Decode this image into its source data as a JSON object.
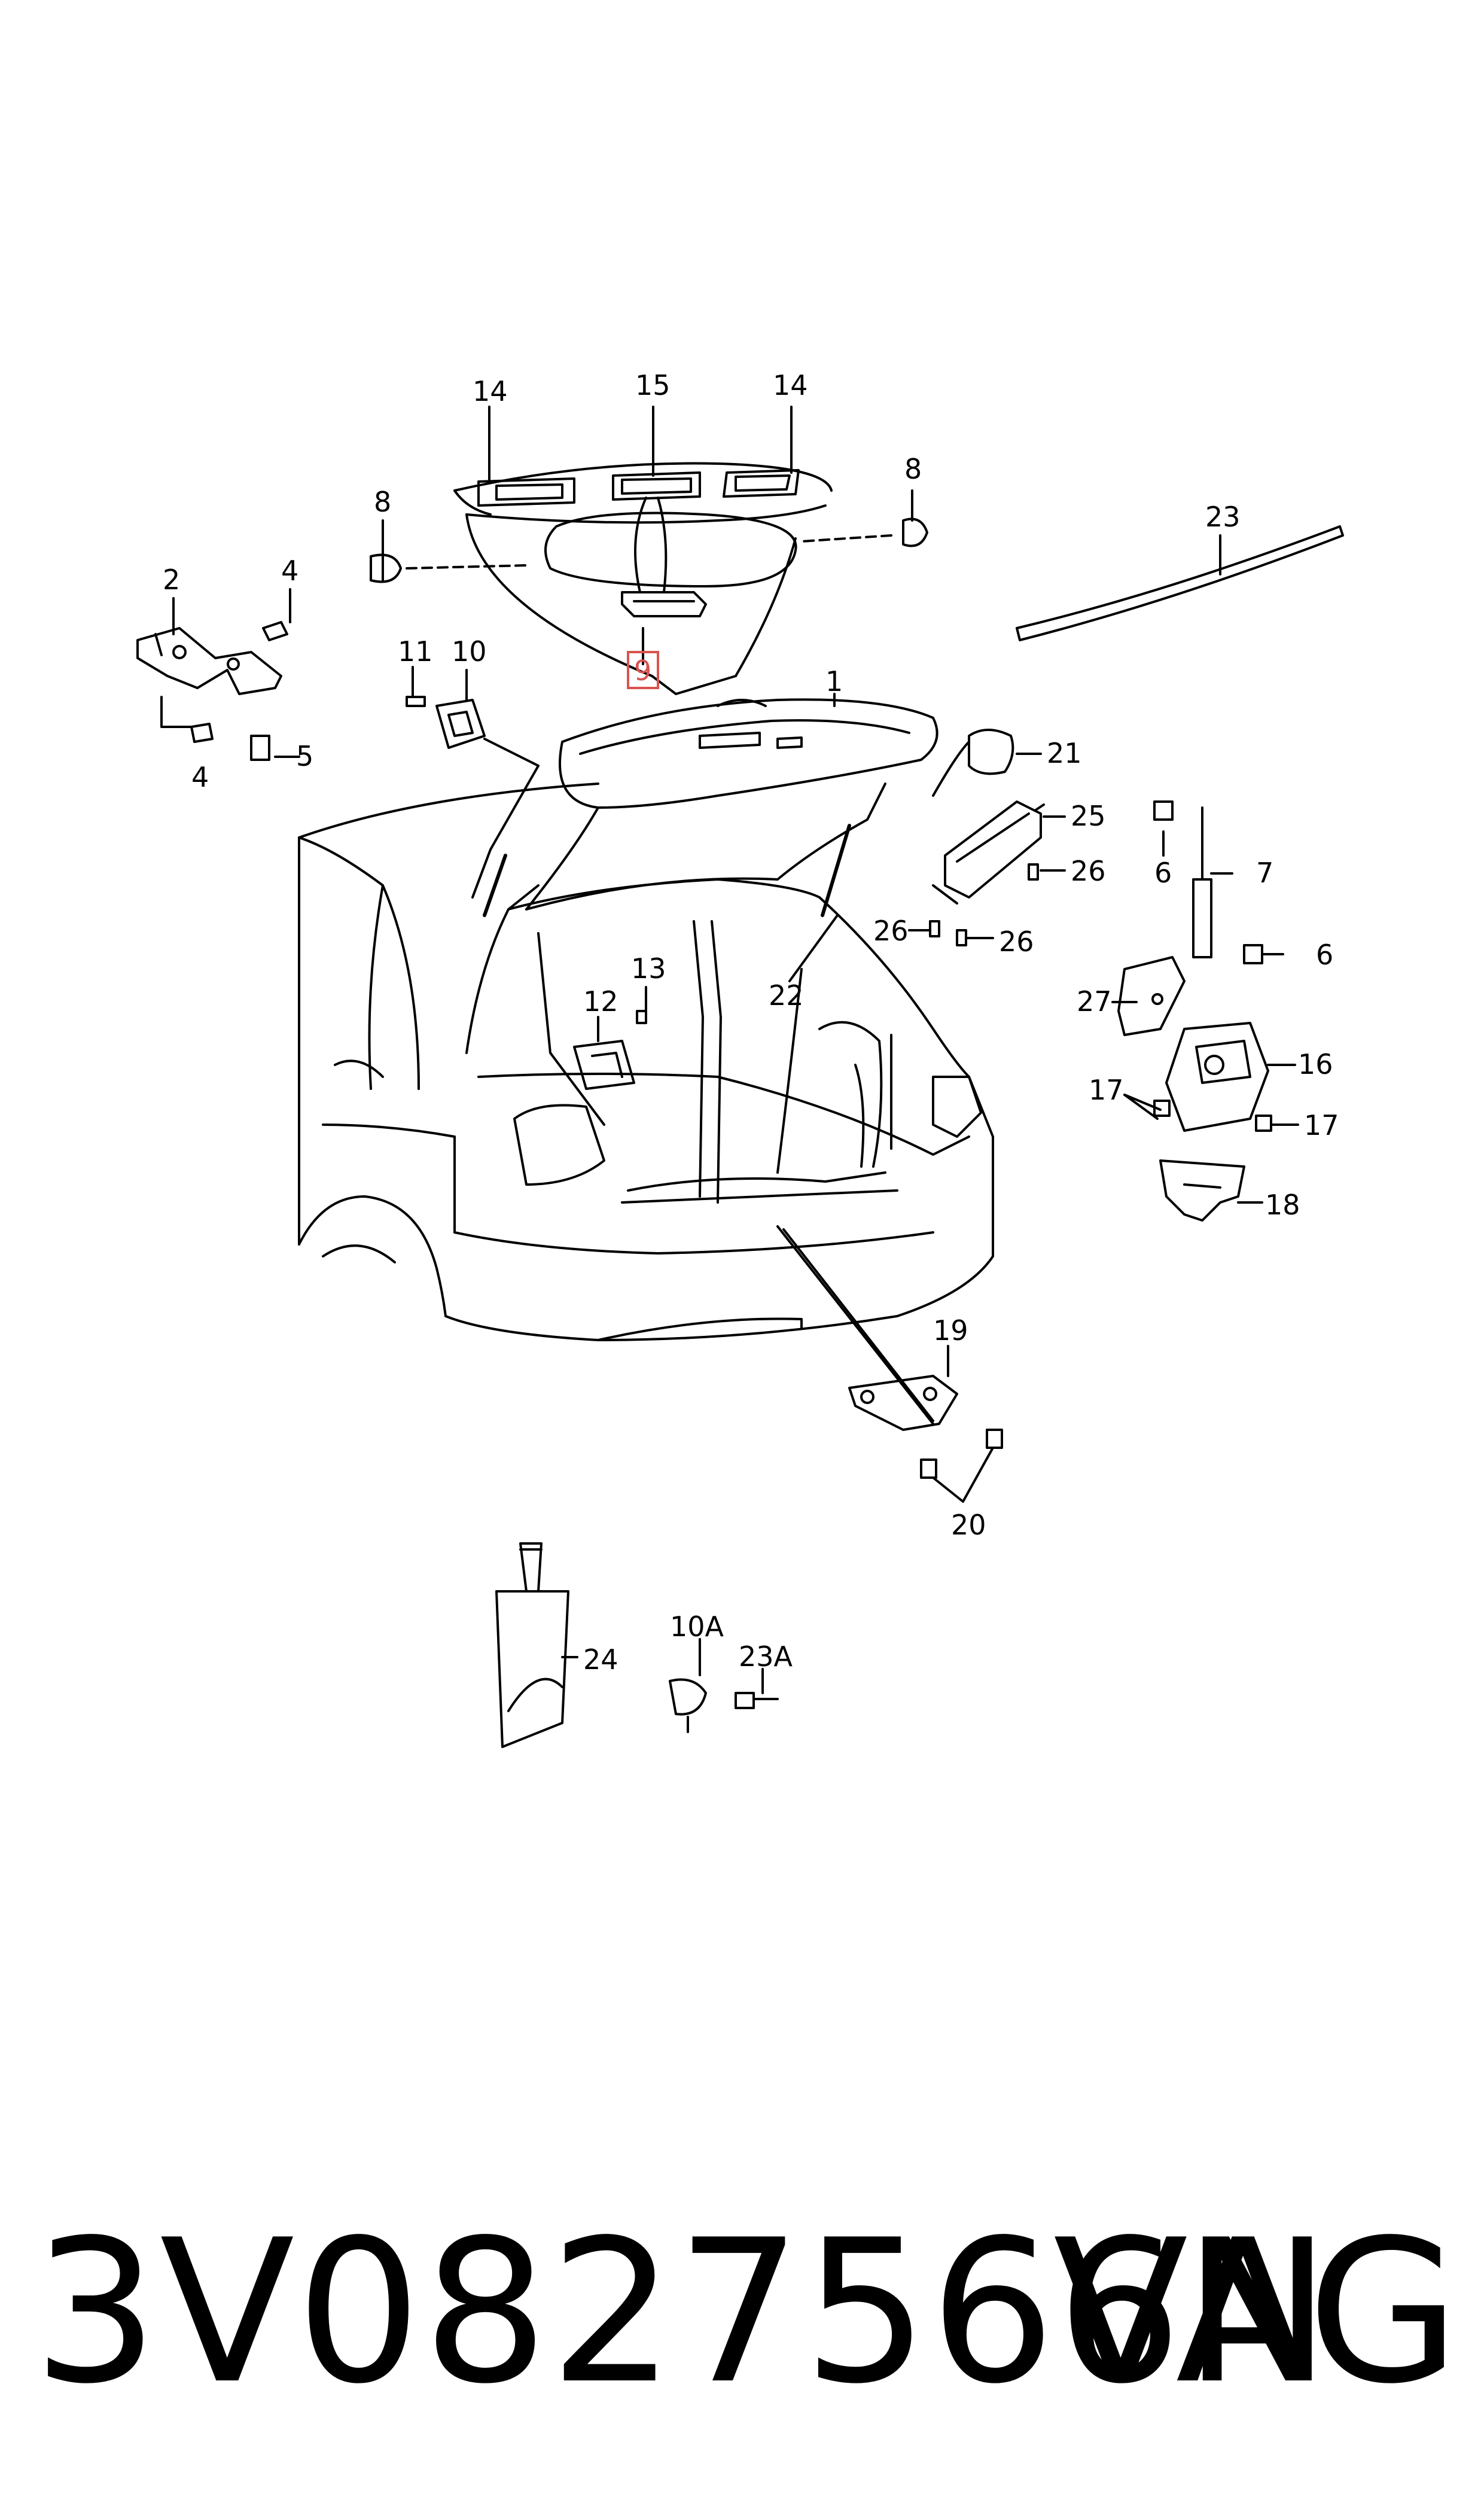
{
  "callouts": {
    "c1": "1",
    "c2": "2",
    "c4a": "4",
    "c4b": "4",
    "c5": "5",
    "c6a": "6",
    "c6b": "6",
    "c7": "7",
    "c8a": "8",
    "c8b": "8",
    "c9": "9",
    "c10": "10",
    "c10a": "10A",
    "c11": "11",
    "c12": "12",
    "c13": "13",
    "c14a": "14",
    "c14b": "14",
    "c15": "15",
    "c16": "16",
    "c17a": "17",
    "c17b": "17",
    "c18": "18",
    "c19": "19",
    "c20": "20",
    "c21": "21",
    "c22": "22",
    "c23": "23",
    "c23a": "23A",
    "c24": "24",
    "c25": "25",
    "c26a": "26",
    "c26b": "26",
    "c26c": "26",
    "c27": "27"
  },
  "highlight": {
    "callout": "9",
    "color": "#d9534f"
  },
  "footer": {
    "part_number": "3V0827566N",
    "brand": "VAG"
  }
}
